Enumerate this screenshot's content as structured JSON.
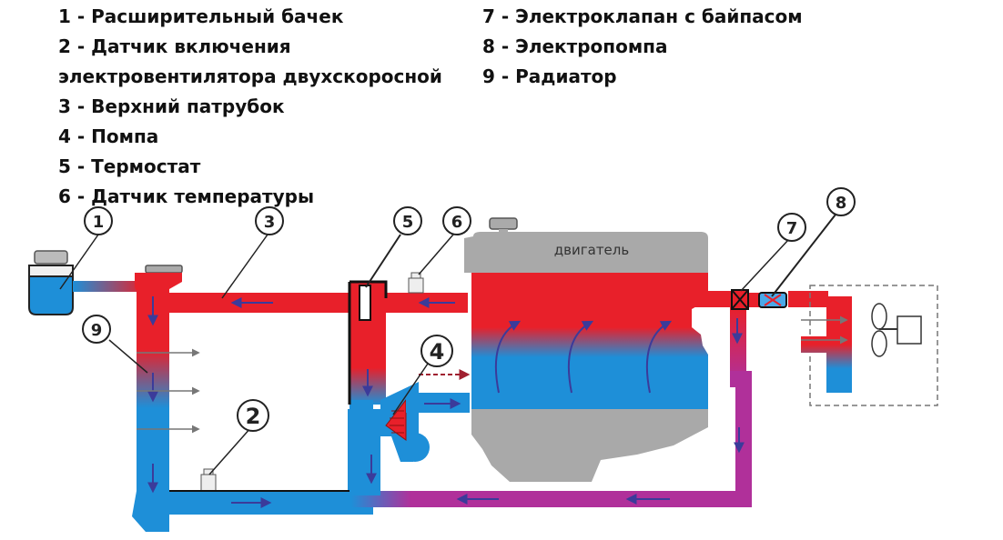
{
  "legend_left": [
    "1 - Расширительный бачек",
    "2 - Датчик включения",
    "электровентилятора двухскоросной",
    "3 - Верхний патрубок",
    "4 - Помпа",
    "5 - Термостат",
    "6 - Датчик температуры"
  ],
  "legend_right": [
    "7 - Электроклапан с байпасом",
    "8 - Электропомпа",
    "9 - Радиатор"
  ],
  "engine_label": "двигатель",
  "callouts": [
    "1",
    "2",
    "3",
    "4",
    "5",
    "6",
    "7",
    "8",
    "9"
  ],
  "colors": {
    "hot": "#e8202a",
    "cold": "#1e8fd8",
    "mixed": "#b0309a",
    "engine_block": "#a9a9a9",
    "arrow": "#3b3b9a",
    "outline": "#222222"
  }
}
